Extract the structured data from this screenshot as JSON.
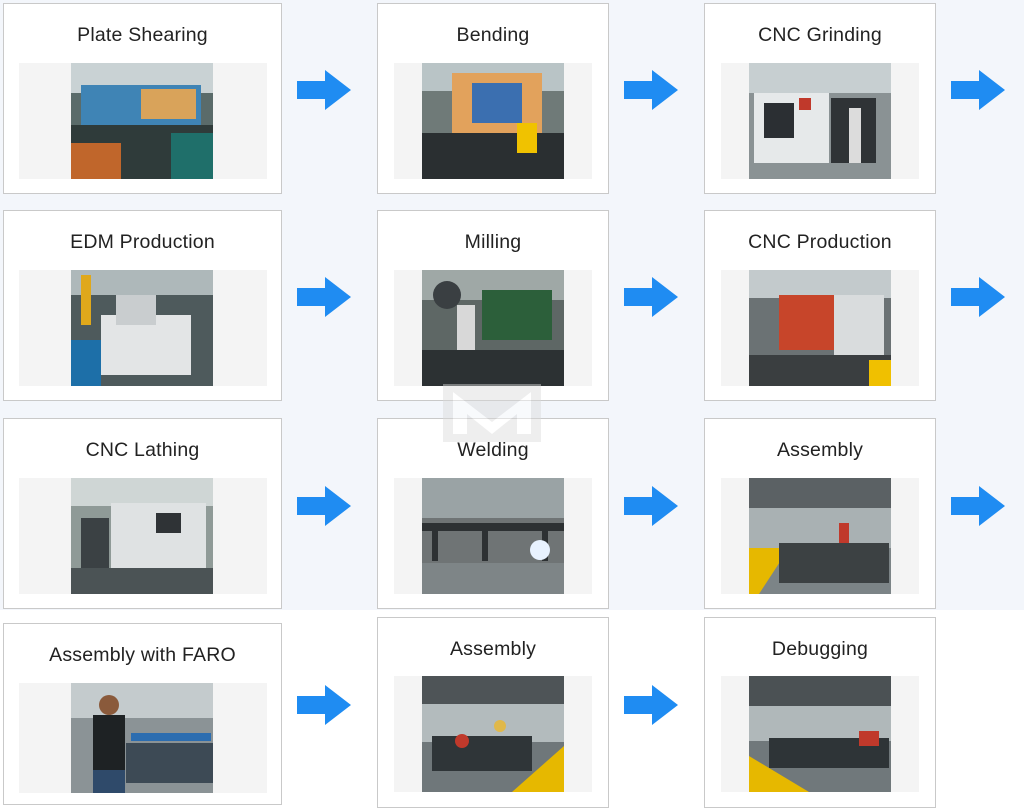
{
  "steps": [
    {
      "title": "Plate Shearing"
    },
    {
      "title": "Bending"
    },
    {
      "title": "CNC Grinding"
    },
    {
      "title": "EDM Production"
    },
    {
      "title": "Milling"
    },
    {
      "title": "CNC Production"
    },
    {
      "title": "CNC Lathing"
    },
    {
      "title": "Welding"
    },
    {
      "title": "Assembly"
    },
    {
      "title": "Assembly with FARO"
    },
    {
      "title": "Assembly"
    },
    {
      "title": "Debugging"
    }
  ],
  "colors": {
    "arrow": "#1f8cf2",
    "background_band": "#f3f6fb",
    "card_border": "#c9c9c9",
    "title_text": "#222222"
  },
  "icons": {
    "flow_arrow": "right-arrow-icon",
    "watermark": "logo-watermark"
  }
}
